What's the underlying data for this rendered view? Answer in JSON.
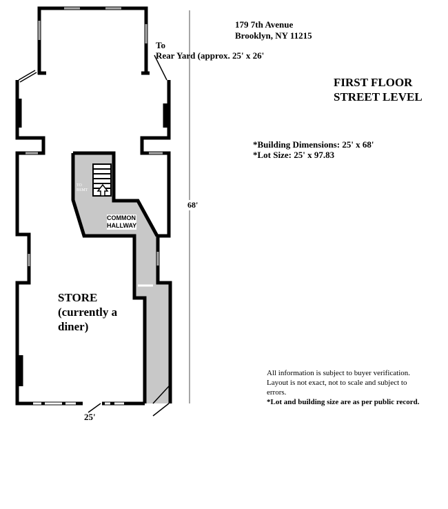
{
  "address": {
    "line1": "179 7th Avenue",
    "line2": "Brooklyn, NY 11215"
  },
  "title": {
    "line1": "FIRST FLOOR",
    "line2": "STREET LEVEL"
  },
  "rear_yard": {
    "line1": "To",
    "line2": "Rear Yard (approx. 25' x 26'"
  },
  "dimensions": {
    "building": "*Building Dimensions: 25' x 68'",
    "lot": "*Lot Size: 25' x 97.83"
  },
  "plan": {
    "store_label": [
      "STORE",
      "(currently a",
      "diner)"
    ],
    "hallway_label": [
      "COMMON",
      "HALLWAY"
    ],
    "basement_label": [
      "TO",
      "BSMT"
    ],
    "depth_label": "68'",
    "width_label": "25'"
  },
  "disclaimer": {
    "line1": "All information is subject to buyer verification.",
    "line2": "Layout is not exact, not to scale and subject to",
    "line3": "errors.",
    "line4": "*Lot and building size are as per public record."
  },
  "colors": {
    "wall": "#000000",
    "hallway_fill": "#c8c8c8",
    "window": "#aaaaaa"
  }
}
